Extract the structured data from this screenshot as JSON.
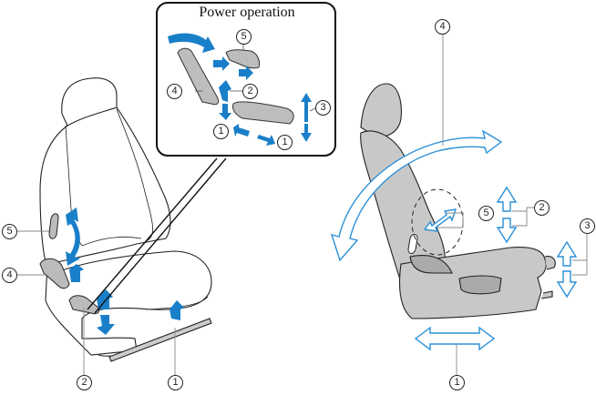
{
  "inset": {
    "title": "Power operation"
  },
  "colors": {
    "arrow": "#1a7fc9",
    "arrow_outline": "#2a90d8",
    "part_fill": "#c8c8c8",
    "line": "#222222",
    "leader": "#888888"
  },
  "callouts": {
    "left": [
      {
        "id": "left-5",
        "label": "5"
      },
      {
        "id": "left-4",
        "label": "4"
      },
      {
        "id": "left-2",
        "label": "2"
      },
      {
        "id": "left-1",
        "label": "1"
      }
    ],
    "inset": [
      {
        "id": "inset-5",
        "label": "5"
      },
      {
        "id": "inset-4",
        "label": "4"
      },
      {
        "id": "inset-2",
        "label": "2"
      },
      {
        "id": "inset-3",
        "label": "3"
      },
      {
        "id": "inset-1a",
        "label": "1"
      },
      {
        "id": "inset-1b",
        "label": "1"
      }
    ],
    "right": [
      {
        "id": "right-4",
        "label": "4"
      },
      {
        "id": "right-5",
        "label": "5"
      },
      {
        "id": "right-2",
        "label": "2"
      },
      {
        "id": "right-3",
        "label": "3"
      },
      {
        "id": "right-1",
        "label": "1"
      }
    ]
  }
}
